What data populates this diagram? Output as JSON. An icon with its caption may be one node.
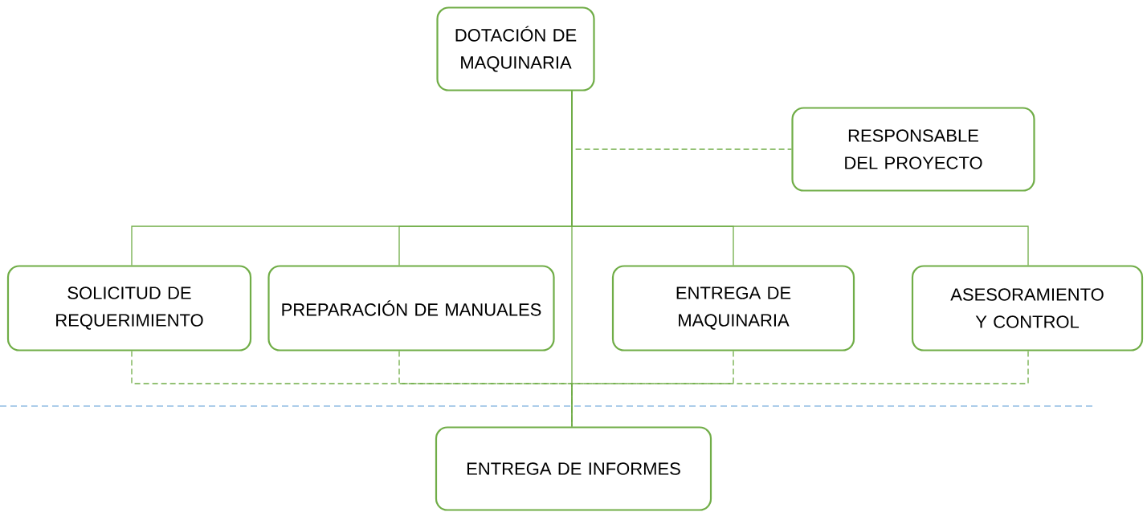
{
  "diagram": {
    "nodes": [
      {
        "text": [
          "DOTACIÓN DE MAQUINARIA"
        ]
      },
      {
        "text": [
          "RESPONSABLE DEL PROYECTO"
        ]
      },
      {
        "text": [
          "SOLICITUD DE REQUERIMIENTO"
        ]
      },
      {
        "text": [
          "PREPARACIÓN DE MANUALES"
        ]
      },
      {
        "text": [
          "ENTREGA DE MAQUINARIA"
        ]
      },
      {
        "text": [
          "ASESORAMIENTO Y CONTROL"
        ]
      },
      {
        "text": [
          "ENTREGA DE INFORMES"
        ]
      }
    ],
    "edges": [
      {
        "from": 0,
        "to": 1,
        "arrow": "none",
        "style": "dashed"
      },
      {
        "from": 0,
        "to": 2,
        "arrow": "none"
      },
      {
        "from": 0,
        "to": 3,
        "arrow": "none"
      },
      {
        "from": 0,
        "to": 4,
        "arrow": "none"
      },
      {
        "from": 0,
        "to": 5,
        "arrow": "none"
      },
      {
        "from": 0,
        "to": 6,
        "arrow": "none"
      },
      {
        "from": 2,
        "to": 6,
        "arrow": "none",
        "style": "dashed"
      },
      {
        "from": 3,
        "to": 6,
        "arrow": "none",
        "style": "dashed"
      },
      {
        "from": 4,
        "to": 6,
        "arrow": "none",
        "style": "dashed"
      },
      {
        "from": 5,
        "to": 6,
        "arrow": "none",
        "style": "dashed"
      }
    ]
  }
}
